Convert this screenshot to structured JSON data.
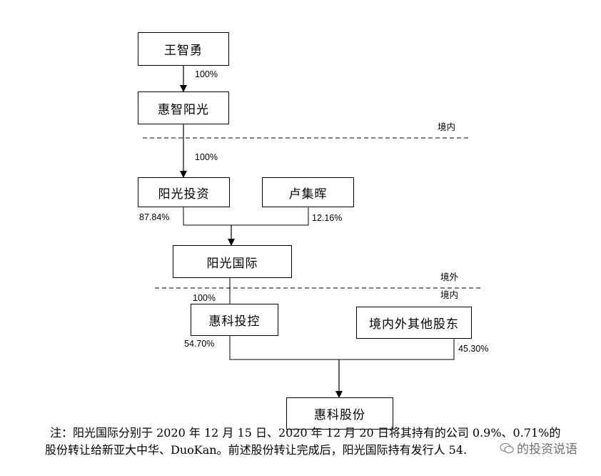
{
  "nodes": {
    "wang": "王智勇",
    "huizhi": "惠智阳光",
    "yangguang_invest": "阳光投资",
    "lu": "卢集晖",
    "yangguang_intl": "阳光国际",
    "huike_holding": "惠科投控",
    "other_shareholders": "境内外其他股东",
    "huike_shares": "惠科股份"
  },
  "edges": {
    "wang_to_huizhi": "100%",
    "huizhi_to_invest": "100%",
    "invest_to_intl": "87.84%",
    "lu_to_intl": "12.16%",
    "intl_to_holding": "100%",
    "holding_to_shares": "54.70%",
    "other_to_shares": "45.30%"
  },
  "zones": {
    "domestic_1": "境内",
    "overseas": "境外",
    "domestic_2": "境内"
  },
  "note": {
    "line1": "注：阳光国际分别于 2020 年 12 月 15 日、2020 年 12 月 20 日将其持有的公司 0.9%、0.71%的",
    "line2": "股份转让给新亚大中华、DuoKan。前述股份转让完成后，阳光国际持有发行人 54.",
    "watermark": "的投资说语"
  }
}
